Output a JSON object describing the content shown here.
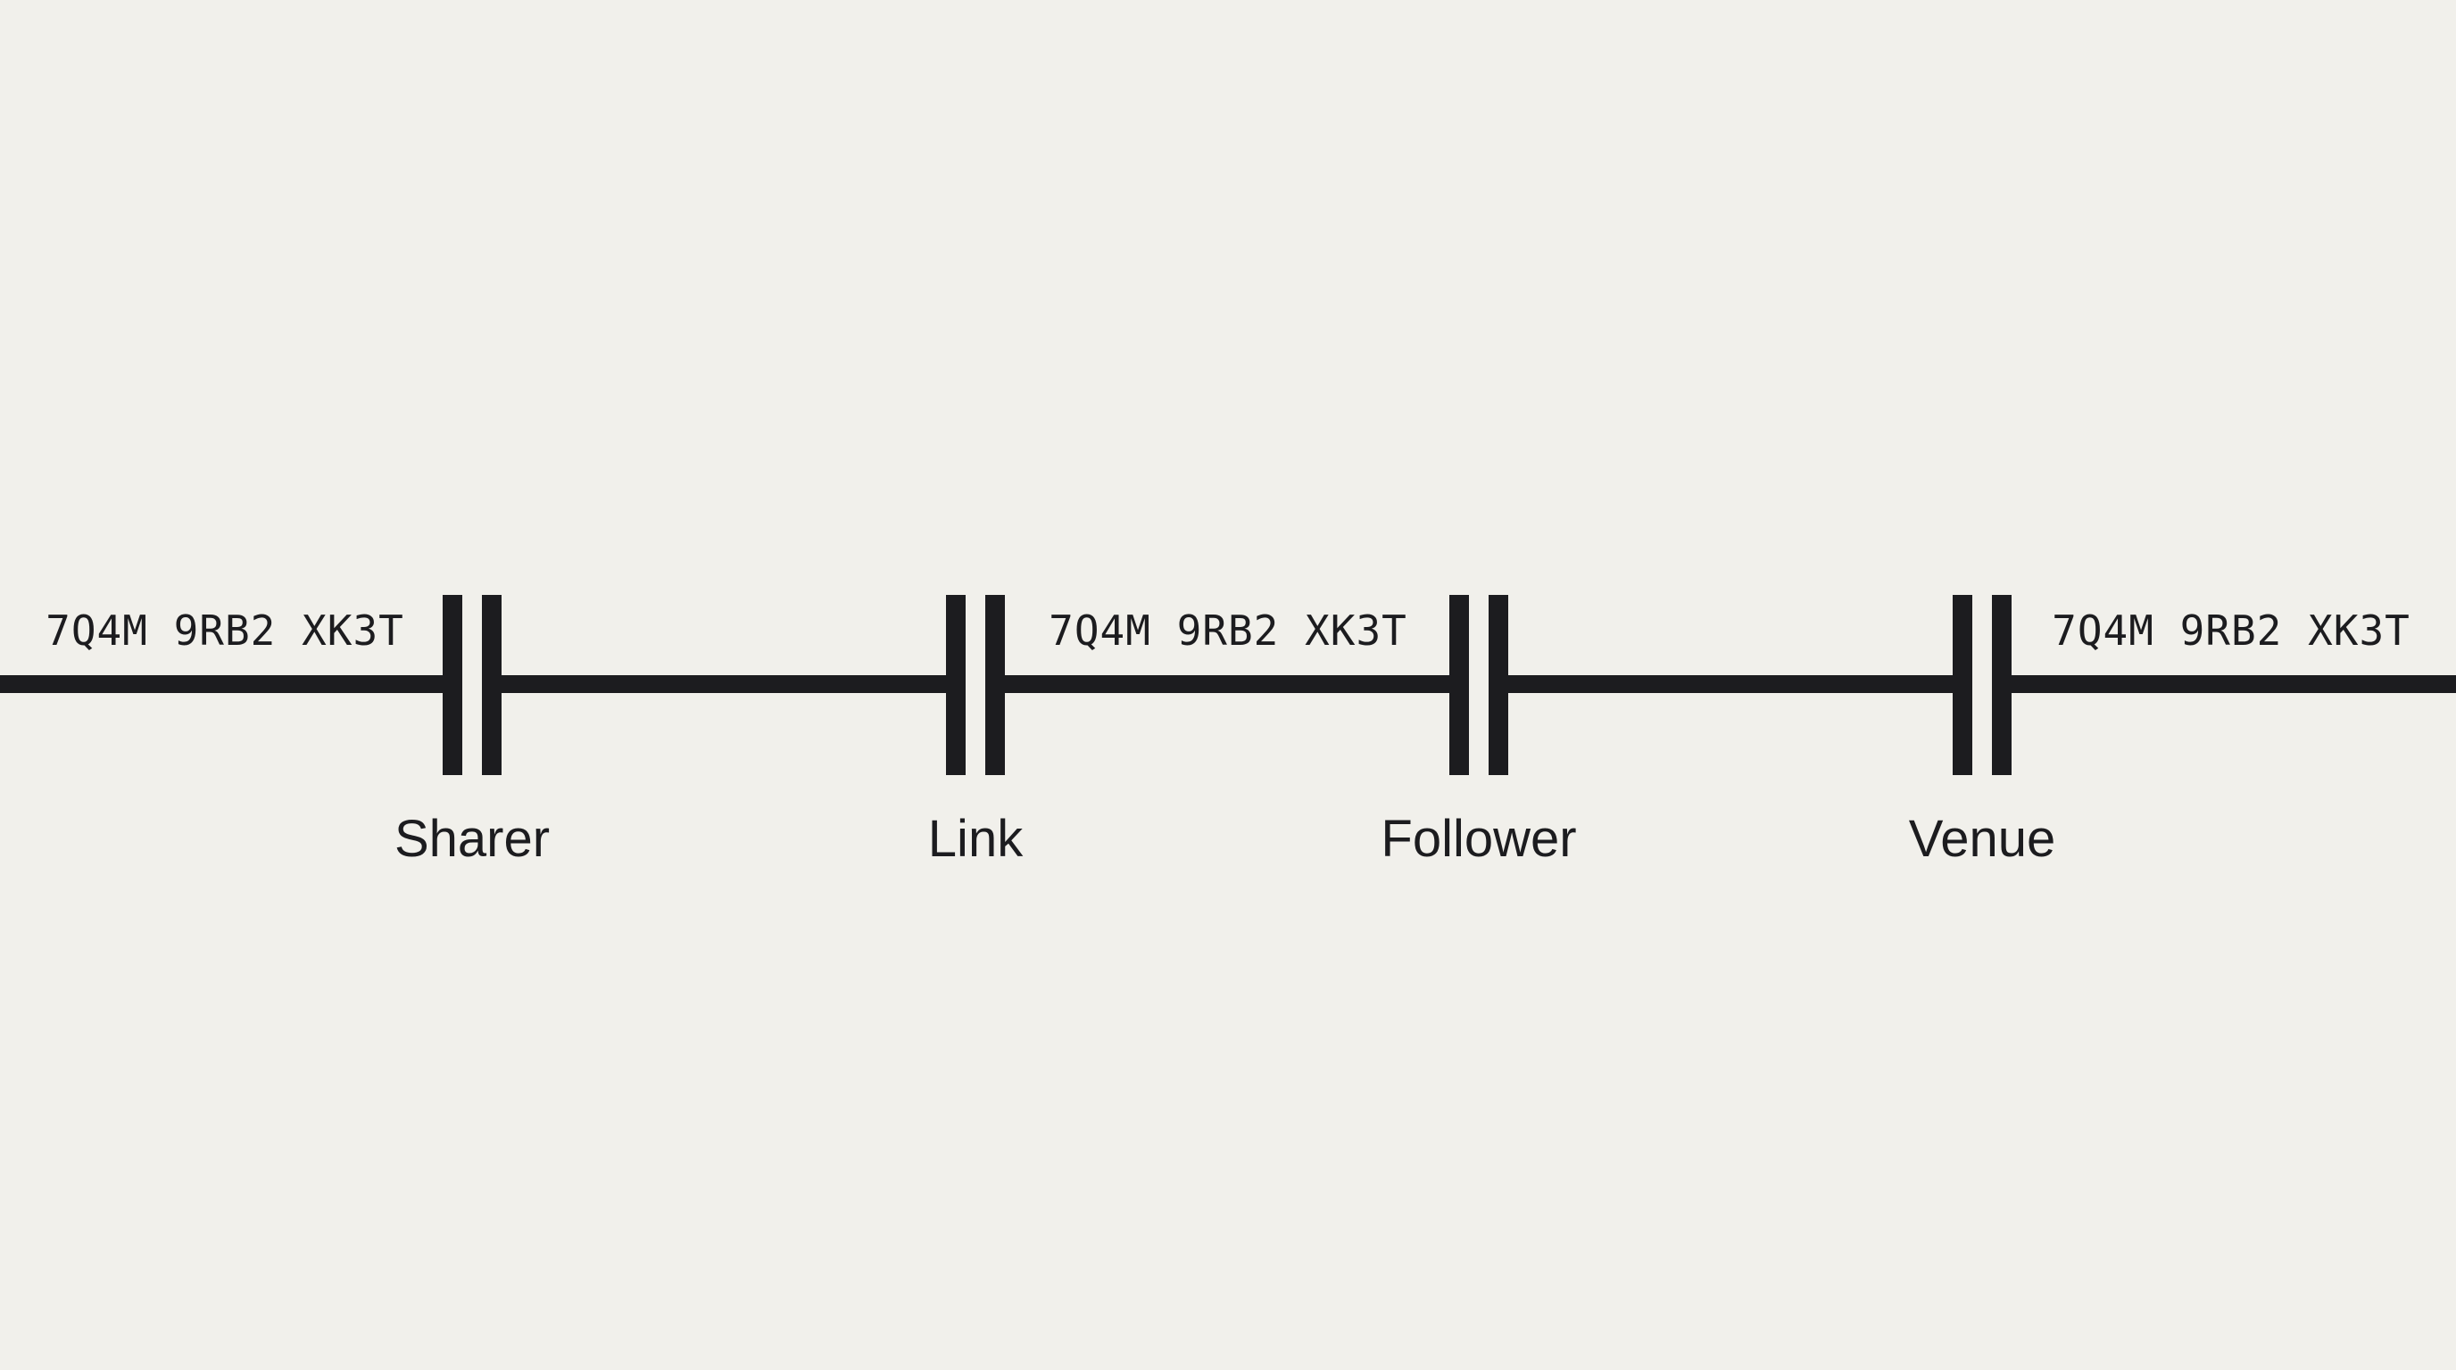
{
  "diagram": {
    "nodes": [
      {
        "label": "Sharer"
      },
      {
        "label": "Link"
      },
      {
        "label": "Follower"
      },
      {
        "label": "Venue"
      }
    ],
    "codes": [
      {
        "text": "7Q4M 9RB2 XK3T"
      },
      {
        "text": "7Q4M 9RB2 XK3T"
      },
      {
        "text": "7Q4M 9RB2 XK3T"
      }
    ]
  }
}
